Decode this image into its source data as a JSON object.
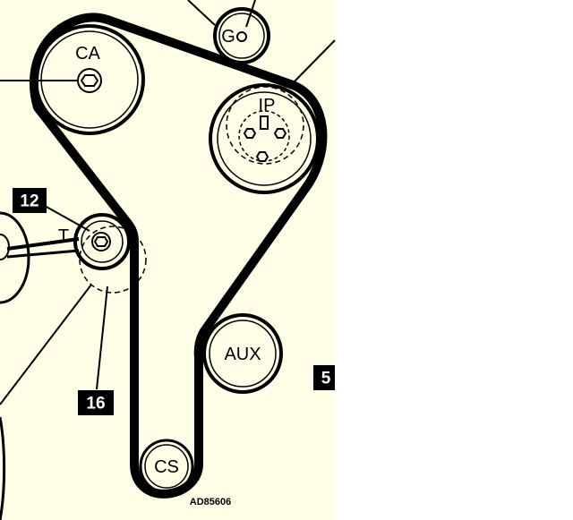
{
  "colors": {
    "background": "#FFFFE8",
    "outside": "#FFFFFF",
    "ink": "#000000"
  },
  "pulleys": {
    "camshaft": "CA",
    "generator": "G",
    "injection_pump": "IP",
    "tensioner": "T",
    "auxiliary": "AUX",
    "crankshaft": "CS"
  },
  "callouts": {
    "tensioner_ref": "12",
    "tensioner_lower_ref": "16",
    "right_edge_ref": "5"
  },
  "reference_code": "AD85606"
}
